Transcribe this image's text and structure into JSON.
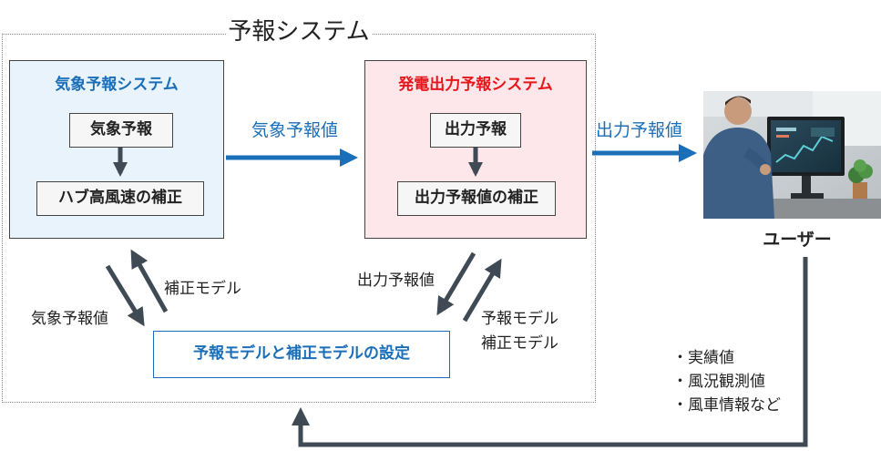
{
  "outer": {
    "title": "予報システム"
  },
  "weather_system": {
    "title": "気象予報システム",
    "step1": "気象予報",
    "step2": "ハブ高風速の補正"
  },
  "power_system": {
    "title": "発電出力予報システム",
    "step1": "出力予報",
    "step2": "出力予報値の補正"
  },
  "flows": {
    "weather_to_power": "気象予報値",
    "power_to_user": "出力予報値",
    "weather_value_down": "気象予報値",
    "correction_model_up": "補正モデル",
    "power_value_down": "出力予報値",
    "forecast_model_up": "予報モデル",
    "correction_model_up2": "補正モデル"
  },
  "settings_box": {
    "label": "予報モデルと補正モデルの設定"
  },
  "user": {
    "label": "ユーザー"
  },
  "feedback_items": [
    "・実績値",
    "・風況観測値",
    "・風車情報など"
  ],
  "colors": {
    "blue_accent": "#1a6fb8",
    "red_accent": "#e8161b",
    "dark_arrow": "#3f4a55",
    "weather_bg": "#e9f3fb",
    "power_bg": "#fde7ea"
  }
}
